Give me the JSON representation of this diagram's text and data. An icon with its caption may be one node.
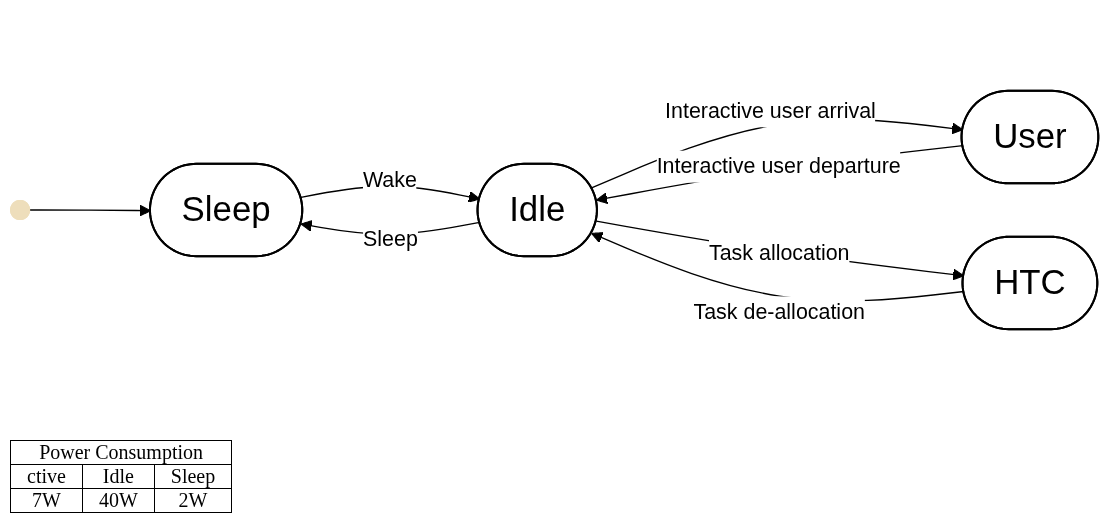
{
  "diagram": {
    "nodes": [
      {
        "text": [],
        "shape": "circle"
      },
      {
        "text": [
          "Sleep"
        ]
      },
      {
        "text": [
          "Idle"
        ]
      },
      {
        "text": [
          "User"
        ]
      },
      {
        "text": [
          "HTC"
        ]
      }
    ],
    "edges": [
      {
        "from": 0,
        "to": 1,
        "arrow": "to"
      },
      {
        "from": 2,
        "to": 1,
        "label": "Sleep",
        "arrow": "to"
      },
      {
        "from": 1,
        "to": 2,
        "label": "Wake",
        "arrow": "to"
      },
      {
        "from": 2,
        "to": 3,
        "label": "Interactive user arrival",
        "arrow": "to"
      },
      {
        "from": 3,
        "to": 2,
        "label": "Interactive user departure",
        "arrow": "to"
      },
      {
        "from": 4,
        "to": 2,
        "label": "Task de-allocation",
        "arrow": "to"
      },
      {
        "from": 2,
        "to": 4,
        "label": "Task allocation",
        "arrow": "to"
      }
    ],
    "labels": [
      "Power Consumption",
      "ctive",
      "Idle",
      "Sleep",
      "7W",
      "40W",
      "2W"
    ]
  }
}
